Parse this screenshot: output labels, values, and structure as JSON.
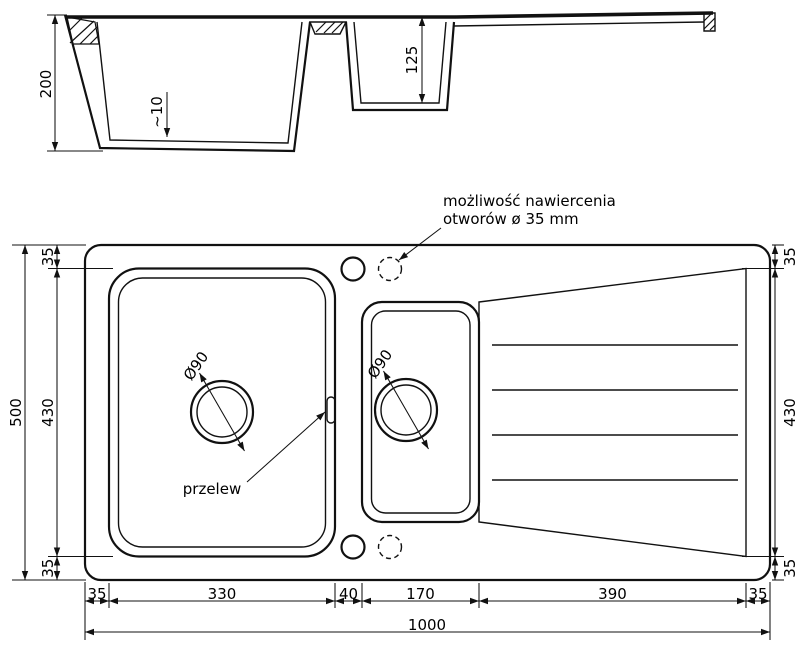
{
  "colors": {
    "ink": "#111111",
    "background": "#ffffff"
  },
  "section_view": {
    "depth_total": "200",
    "rim_thickness": "~10",
    "small_bowl_depth": "125"
  },
  "plan_view": {
    "left_dims": {
      "total_height": "500",
      "top_margin": "35",
      "bowl_height": "430",
      "bottom_margin": "35"
    },
    "right_dims": {
      "top_margin": "35",
      "drainer_height": "430",
      "bottom_margin": "35"
    },
    "bottom_dims": {
      "left_margin": "35",
      "main_bowl_width": "330",
      "divider_width": "40",
      "small_bowl_width": "170",
      "drainer_width": "390",
      "right_margin": "35",
      "total_width": "1000"
    },
    "main_bowl_drain_diameter": "Ø90",
    "small_bowl_drain_diameter": "Ø90",
    "overflow_label": "przelew"
  },
  "annotation": {
    "drill_note_line1": "możliwość nawiercenia",
    "drill_note_line2": "otworów ø 35 mm"
  }
}
